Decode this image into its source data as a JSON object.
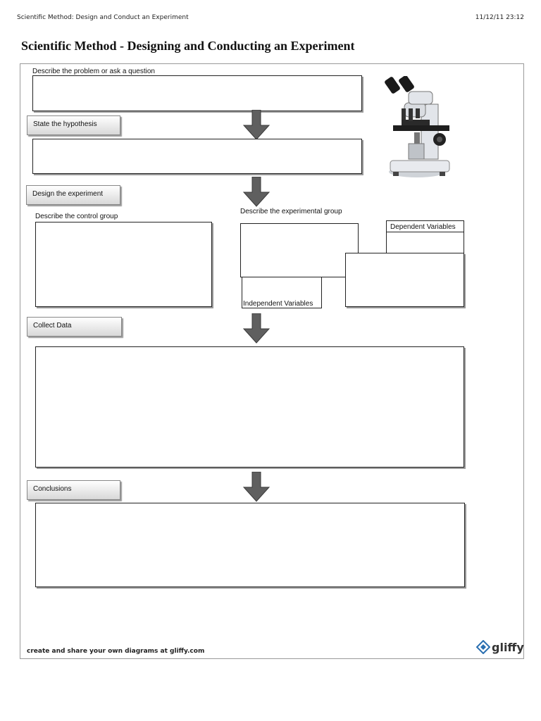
{
  "header": {
    "page_title": "Scientific Method: Design and Conduct an Experiment",
    "timestamp": "11/12/11 23:12"
  },
  "diagram": {
    "title": "Scientific Method - Designing and Conducting an Experiment",
    "problem_label": "Describe the problem or ask a question",
    "hypothesis_button": "State the hypothesis",
    "design_button": "Design the experiment",
    "control_label": "Describe the control group",
    "experimental_label": "Describe the experimental group",
    "dependent_label": "Dependent Variables",
    "independent_label": "Independent Variables",
    "collect_button": "Collect Data",
    "conclusions_button": "Conclusions",
    "image_alt": "microscope"
  },
  "footer": {
    "promo": "create and share your own diagrams at gliffy.com",
    "logo_text": "gliffy"
  },
  "colors": {
    "arrow": "#5f5f5f",
    "border": "#222222",
    "shadow": "#9a9a9a"
  }
}
